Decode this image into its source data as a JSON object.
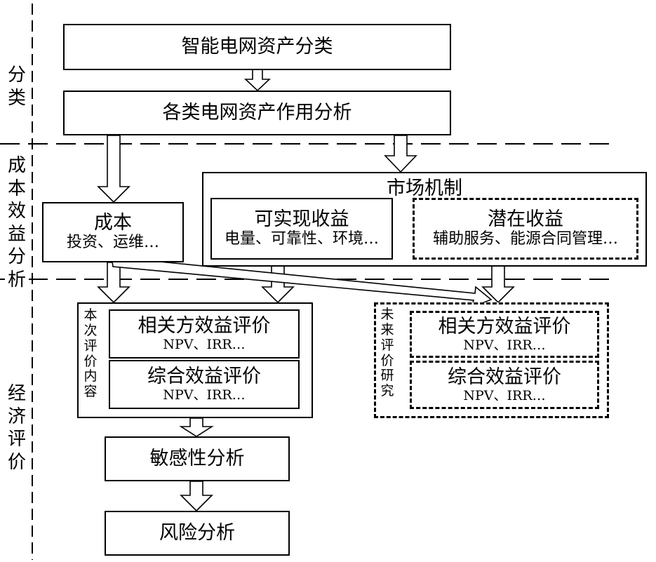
{
  "phases": {
    "classify": "分类",
    "cost_benefit": "成本效益分析",
    "economic": "经济评价"
  },
  "boxes": {
    "asset_classification": "智能电网资产分类",
    "asset_role_analysis": "各类电网资产作用分析",
    "market_mechanism": "市场机制",
    "cost_title": "成本",
    "cost_detail": "投资、运维…",
    "realizable_title": "可实现收益",
    "realizable_detail": "电量、可靠性、环境…",
    "potential_title": "潜在收益",
    "potential_detail": "辅助服务、能源合同管理…",
    "current_eval_label": "本次评价内容",
    "current_stakeholder_title": "相关方效益评价",
    "current_stakeholder_detail": "NPV、IRR…",
    "current_comprehensive_title": "综合效益评价",
    "current_comprehensive_detail": "NPV、IRR…",
    "future_eval_label": "未来评价研究",
    "future_stakeholder_title": "相关方效益评价",
    "future_stakeholder_detail": "NPV、IRR…",
    "future_comprehensive_title": "综合效益评价",
    "future_comprehensive_detail": "NPV、IRR…",
    "sensitivity": "敏感性分析",
    "risk": "风险分析"
  }
}
